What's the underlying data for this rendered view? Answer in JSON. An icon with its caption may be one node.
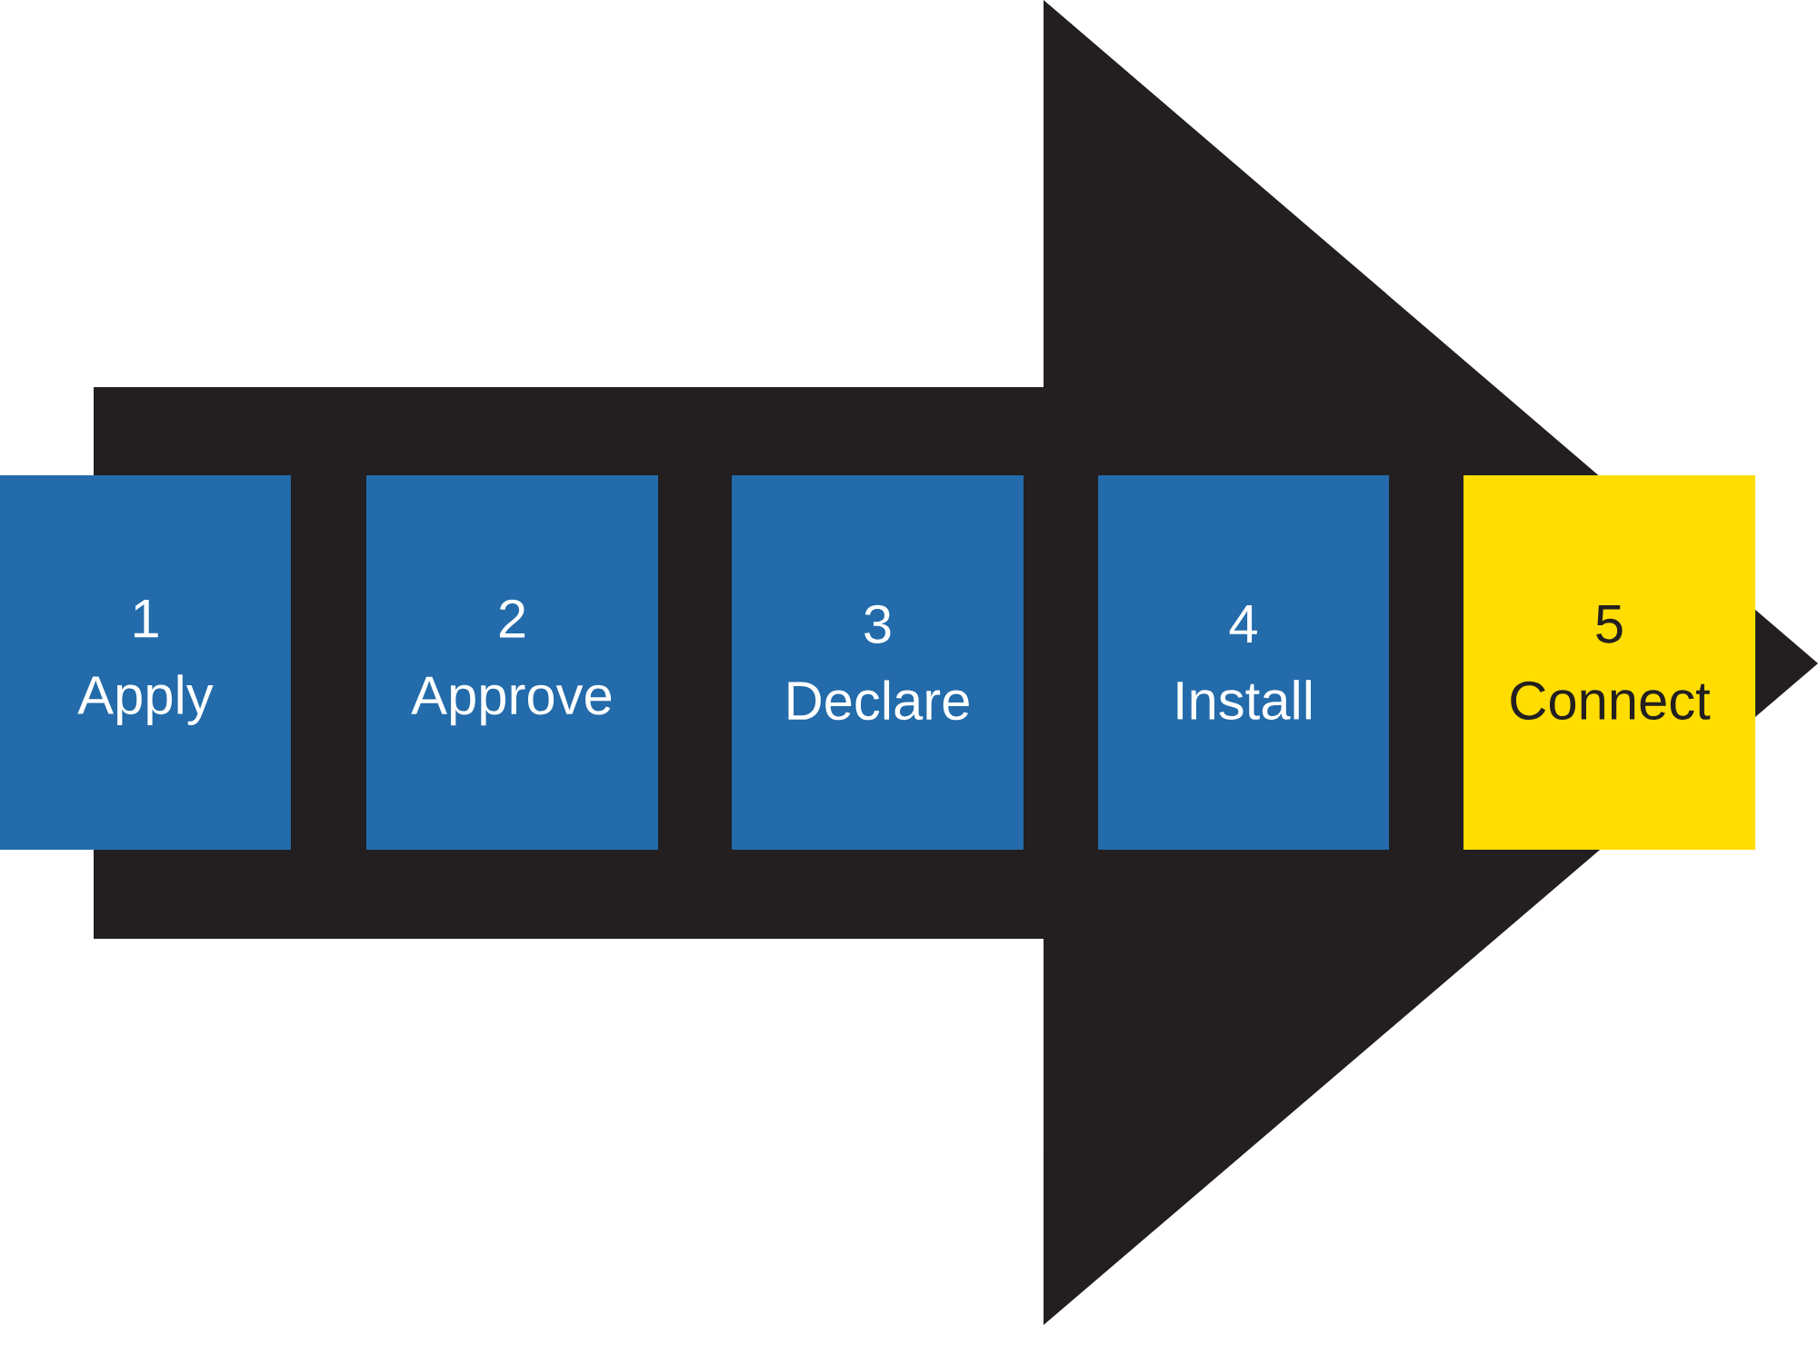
{
  "diagram": {
    "nodes": [
      {
        "text": [
          "1",
          "Apply"
        ]
      },
      {
        "text": [
          "2",
          "Approve"
        ]
      },
      {
        "text": [
          "3",
          "Declare"
        ]
      },
      {
        "text": [
          "4",
          "Install"
        ]
      },
      {
        "text": [
          "5",
          "Connect"
        ]
      }
    ]
  }
}
